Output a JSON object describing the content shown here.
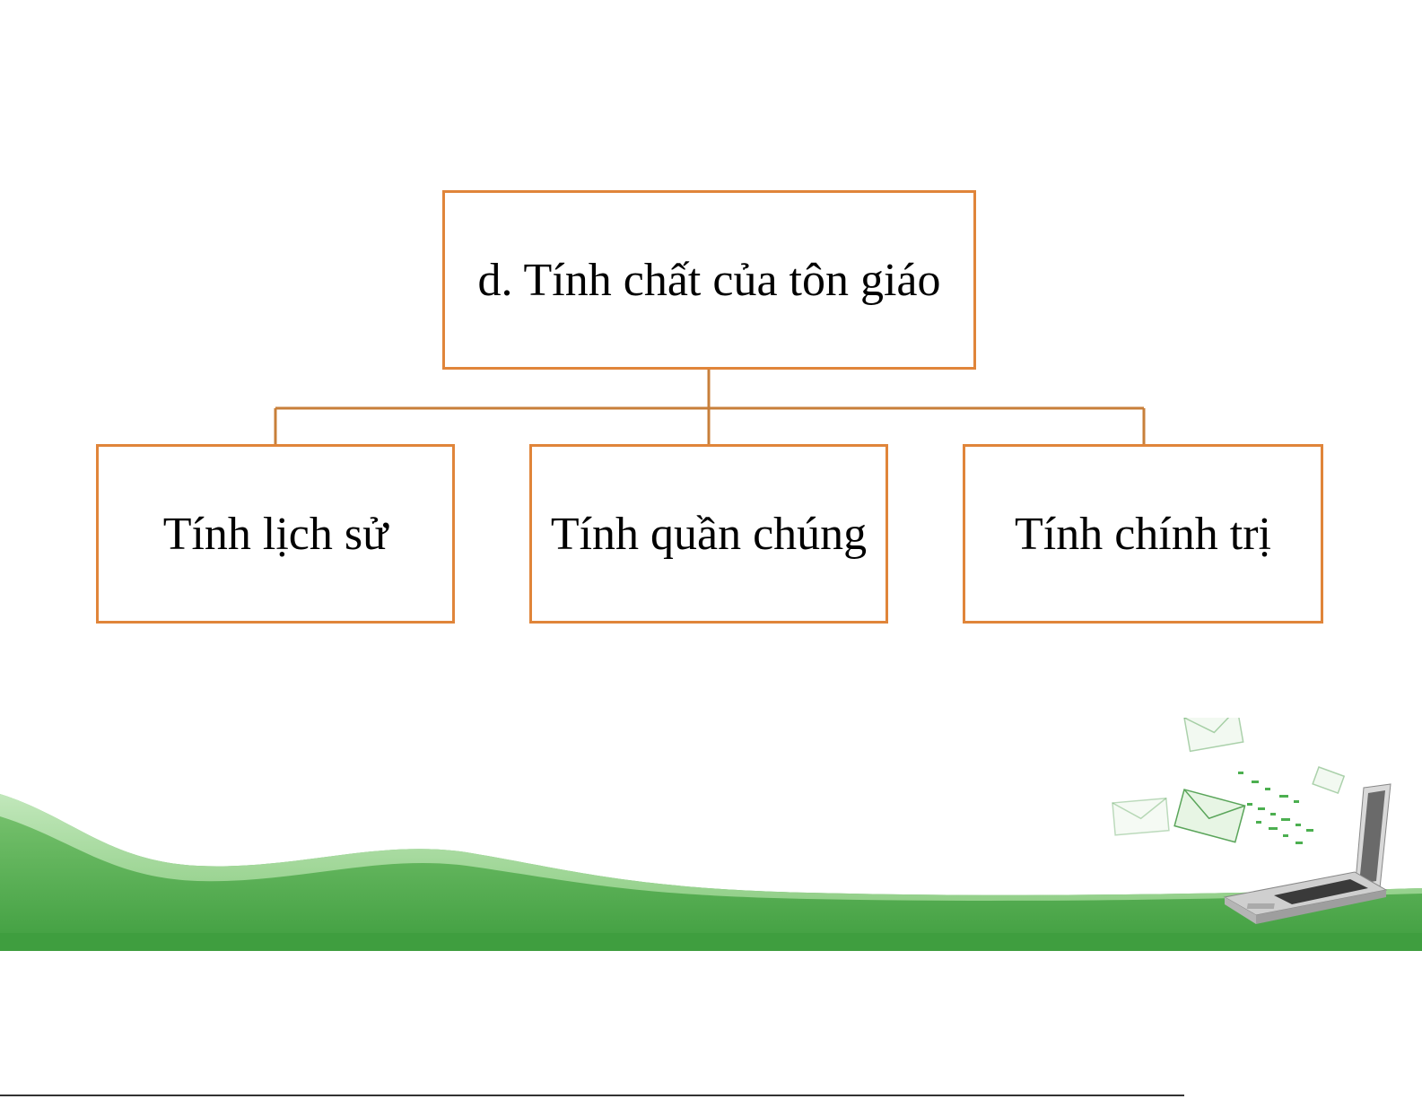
{
  "diagram": {
    "root": {
      "label": "d. Tính chất của tôn giáo"
    },
    "children": [
      {
        "label": "Tính lịch sử"
      },
      {
        "label": "Tính quần chúng"
      },
      {
        "label": "Tính chính trị"
      }
    ]
  },
  "colors": {
    "box_border": "#e0853a",
    "connector": "#c87f3a",
    "wave_dark": "#43a047",
    "wave_light": "#8fd08a",
    "text": "#000000"
  },
  "decorations": {
    "background_wave": "green-wave",
    "laptop": "laptop-icon",
    "envelopes": "envelope-icon"
  }
}
